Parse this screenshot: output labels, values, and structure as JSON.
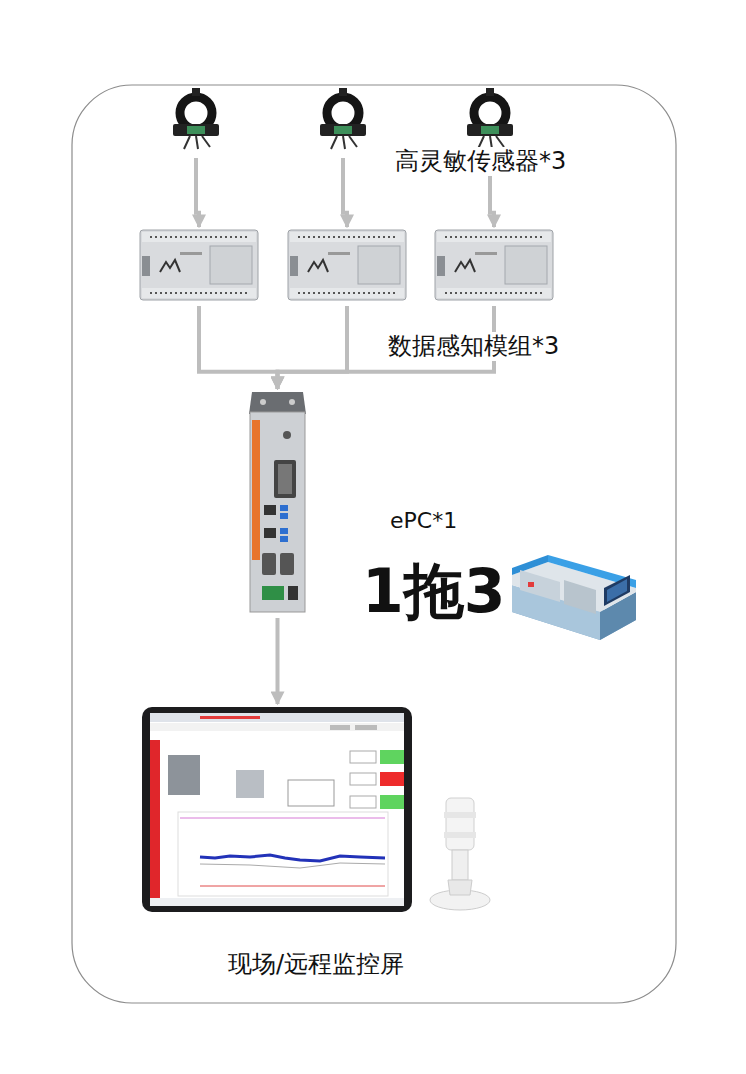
{
  "diagram": {
    "nodes": [
      {
        "text": []
      },
      {
        "text": []
      },
      {
        "text": [
          "高灵敏传感器*3"
        ]
      },
      {
        "text": []
      },
      {
        "text": []
      },
      {
        "text": [
          "数据感知模组*3"
        ]
      },
      {
        "text": [
          "ePC*1"
        ]
      },
      {
        "text": [
          "现场/远程监控屏"
        ]
      }
    ],
    "edges": [
      {
        "from": 0,
        "to": 3,
        "arrow": "to"
      },
      {
        "from": 1,
        "to": 4,
        "arrow": "to"
      },
      {
        "from": 2,
        "to": 5,
        "arrow": "to"
      },
      {
        "from": 3,
        "to": 6,
        "arrow": "to"
      },
      {
        "from": 4,
        "to": 6,
        "arrow": "to"
      },
      {
        "from": 5,
        "to": 6,
        "arrow": "to"
      },
      {
        "from": 6,
        "to": 7,
        "arrow": "to"
      }
    ],
    "labels": [
      "1拖3"
    ]
  }
}
